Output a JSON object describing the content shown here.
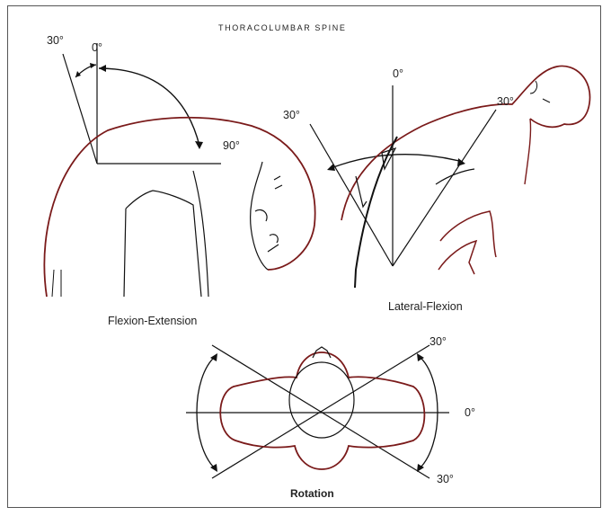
{
  "title": "THORACOLUMBAR SPINE",
  "panels": {
    "flexion_extension": {
      "caption": "Flexion-Extension",
      "angles": [
        "30°",
        "0°",
        "90°"
      ]
    },
    "lateral_flexion": {
      "caption": "Lateral-Flexion",
      "angles": [
        "0°",
        "30°",
        "30°"
      ]
    },
    "rotation": {
      "caption": "Rotation",
      "angles": [
        "30°",
        "0°",
        "30°"
      ]
    }
  },
  "colors": {
    "line": "#111111",
    "outline_red": "#7a1a1a"
  }
}
